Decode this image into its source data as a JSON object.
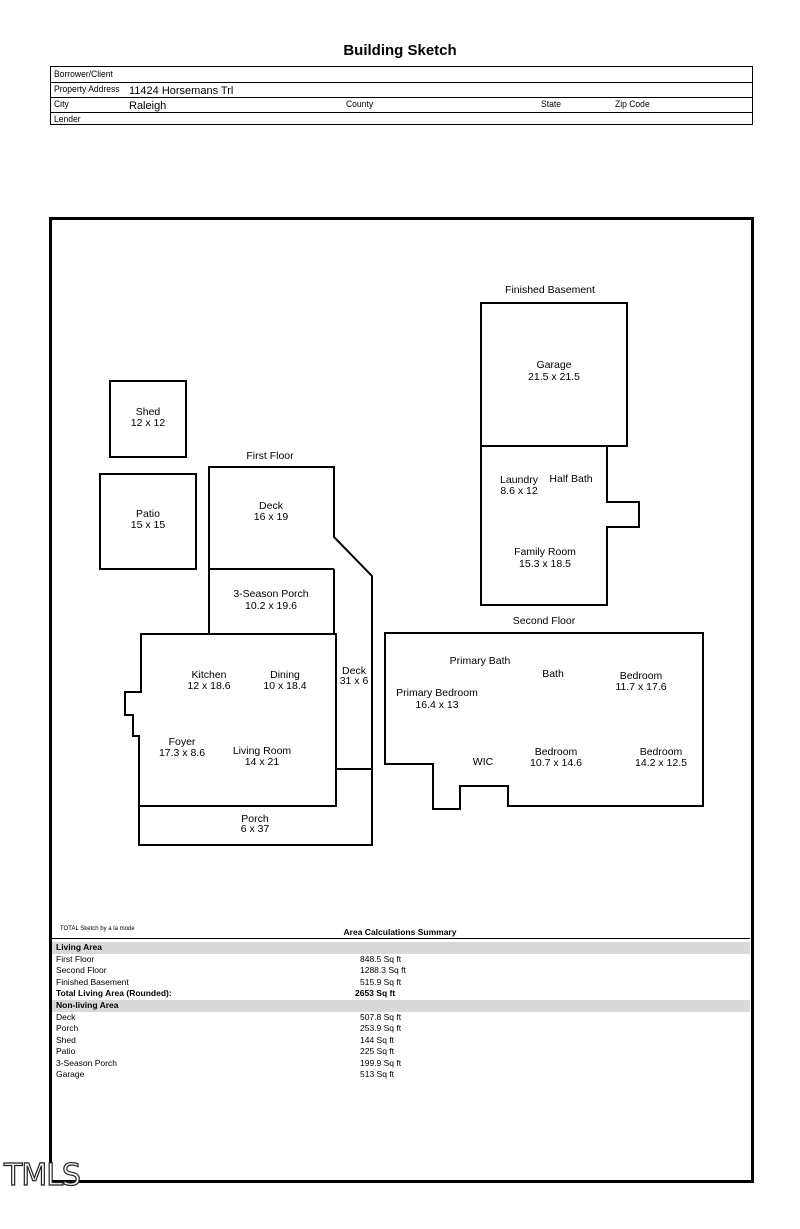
{
  "title": "Building Sketch",
  "header": {
    "borrower_label": "Borrower/Client",
    "property_label": "Property Address",
    "property_value": "11424 Horsemans Trl",
    "city_label": "City",
    "city_value": "Raleigh",
    "county_label": "County",
    "state_label": "State",
    "zip_label": "Zip Code",
    "lender_label": "Lender"
  },
  "sketch": {
    "finished_basement_title": "Finished Basement",
    "garage": {
      "name": "Garage",
      "dims": "21.5 x 21.5"
    },
    "laundry": {
      "name": "Laundry",
      "dims": "8.6 x 12"
    },
    "half_bath": "Half Bath",
    "family_room": {
      "name": "Family Room",
      "dims": "15.3 x 18.5"
    },
    "second_floor_title": "Second Floor",
    "primary_bath": "Primary Bath",
    "bath": "Bath",
    "bedroom1": {
      "name": "Bedroom",
      "dims": "11.7 x 17.6"
    },
    "primary_bedroom": {
      "name": "Primary Bedroom",
      "dims": "16.4 x 13"
    },
    "wic": "WIC",
    "bedroom2": {
      "name": "Bedroom",
      "dims": "10.7 x 14.6"
    },
    "bedroom3": {
      "name": "Bedroom",
      "dims": "14.2 x 12.5"
    },
    "shed": {
      "name": "Shed",
      "dims": "12 x 12"
    },
    "patio": {
      "name": "Patio",
      "dims": "15 x 15"
    },
    "first_floor_title": "First Floor",
    "deck_upper": {
      "name": "Deck",
      "dims": "16 x 19"
    },
    "season_porch": {
      "name": "3-Season Porch",
      "dims": "10.2 x 19.6"
    },
    "kitchen": {
      "name": "Kitchen",
      "dims": "12 x 18.6"
    },
    "dining": {
      "name": "Dining",
      "dims": "10 x 18.4"
    },
    "deck_side": {
      "name": "Deck",
      "dims": "31 x 6"
    },
    "foyer": {
      "name": "Foyer",
      "dims": "17.3 x 8.6"
    },
    "living": {
      "name": "Living Room",
      "dims": "14 x 21"
    },
    "porch": {
      "name": "Porch",
      "dims": "6 x 37"
    }
  },
  "summary": {
    "credit": "TOTAL Sketch by a la mode",
    "title": "Area Calculations Summary",
    "living_header": "Living Area",
    "living_rows": [
      {
        "label": "First Floor",
        "value": "848.5 Sq ft"
      },
      {
        "label": "Second Floor",
        "value": "1288.3 Sq ft"
      },
      {
        "label": "Finished Basement",
        "value": "515.9 Sq ft"
      }
    ],
    "total_label": "Total Living Area (Rounded):",
    "total_value": "2653 Sq ft",
    "nonliving_header": "Non-living Area",
    "nonliving_rows": [
      {
        "label": "Deck",
        "value": "507.8 Sq ft"
      },
      {
        "label": "Porch",
        "value": "253.9 Sq ft"
      },
      {
        "label": "Shed",
        "value": "144 Sq ft"
      },
      {
        "label": "Patio",
        "value": "225 Sq ft"
      },
      {
        "label": "3-Season Porch",
        "value": "199.9 Sq ft"
      },
      {
        "label": "Garage",
        "value": "513 Sq ft"
      }
    ]
  },
  "watermark": "TMLS"
}
